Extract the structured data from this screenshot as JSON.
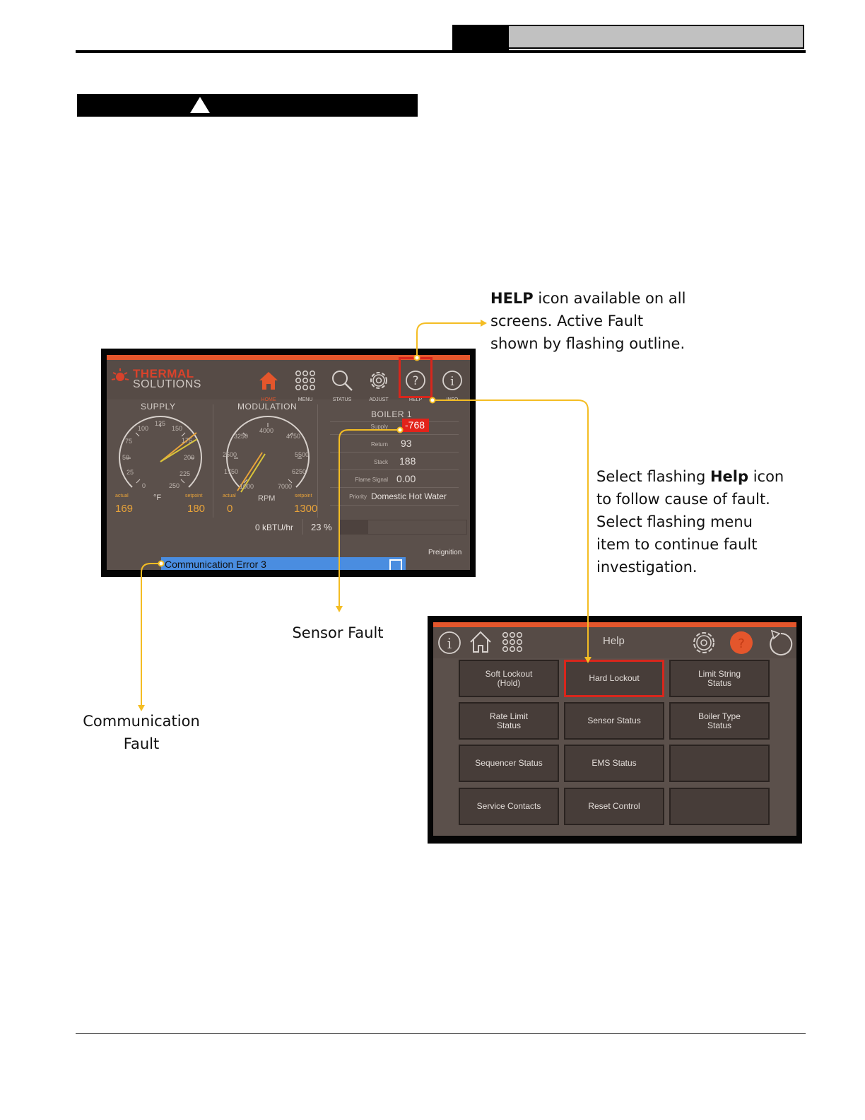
{
  "annotations": {
    "help_icon": {
      "bold": "HELP",
      "text": " icon available on all screens. Active Fault shown by flashing outline."
    },
    "select_help": {
      "pre": "Select flashing ",
      "bold": "Help",
      "post": " icon to follow cause of fault. Select flashing menu item to continue fault investigation."
    },
    "sensor_fault": "Sensor Fault",
    "communication_fault": "Communication Fault"
  },
  "home_screen": {
    "brand_top": "THERMAL",
    "brand_bottom": "SOLUTIONS",
    "nav": [
      {
        "label": "HOME",
        "icon": "home-icon"
      },
      {
        "label": "MENU",
        "icon": "menu-grid-icon"
      },
      {
        "label": "STATUS",
        "icon": "search-icon"
      },
      {
        "label": "ADJUST",
        "icon": "gear-icon"
      },
      {
        "label": "HELP",
        "icon": "help-icon"
      },
      {
        "label": "INFO",
        "icon": "info-icon"
      }
    ],
    "supply": {
      "title": "SUPPLY",
      "ticks": [
        "0",
        "25",
        "50",
        "75",
        "100",
        "125",
        "150",
        "175",
        "200",
        "225",
        "250"
      ],
      "unit": "°F",
      "actual_label": "actual",
      "setpoint_label": "setpoint",
      "actual": "169",
      "setpoint": "180"
    },
    "modulation": {
      "title": "MODULATION",
      "ticks": [
        "1000",
        "1750",
        "2500",
        "3250",
        "4000",
        "4750",
        "5500",
        "6250",
        "7000"
      ],
      "unit": "RPM",
      "actual_label": "actual",
      "setpoint_label": "setpoint",
      "actual": "0",
      "setpoint": "1300"
    },
    "boiler": {
      "title": "BOILER 1",
      "supply_label": "Supply",
      "supply_value": "-768",
      "return_label": "Return",
      "return_value": "93",
      "stack_label": "Stack",
      "stack_value": "188",
      "flame_label": "Flame Signal",
      "flame_value": "0.00",
      "priority_label": "Priority",
      "priority_value": "Domestic Hot Water"
    },
    "output": "0 kBTU/hr",
    "percent": "23 %",
    "state": "Preignition",
    "error": "Communication Error 3"
  },
  "help_screen": {
    "title": "Help",
    "buttons": [
      {
        "label": "Soft Lockout\n(Hold)",
        "highlight": false
      },
      {
        "label": "Hard Lockout",
        "highlight": true
      },
      {
        "label": "Limit String\nStatus",
        "highlight": false
      },
      {
        "label": "Rate Limit\nStatus",
        "highlight": false
      },
      {
        "label": "Sensor Status",
        "highlight": false
      },
      {
        "label": "Boiler Type\nStatus",
        "highlight": false
      },
      {
        "label": "Sequencer Status",
        "highlight": false
      },
      {
        "label": "EMS Status",
        "highlight": false
      },
      {
        "label": "",
        "highlight": false
      },
      {
        "label": "Service Contacts",
        "highlight": false
      },
      {
        "label": "Reset Control",
        "highlight": false
      },
      {
        "label": "",
        "highlight": false
      }
    ]
  },
  "colors": {
    "accent_orange": "#e4562c",
    "callout_yellow": "#f4bd23",
    "fault_red": "#e2231a",
    "error_blue": "#4a8de0"
  }
}
